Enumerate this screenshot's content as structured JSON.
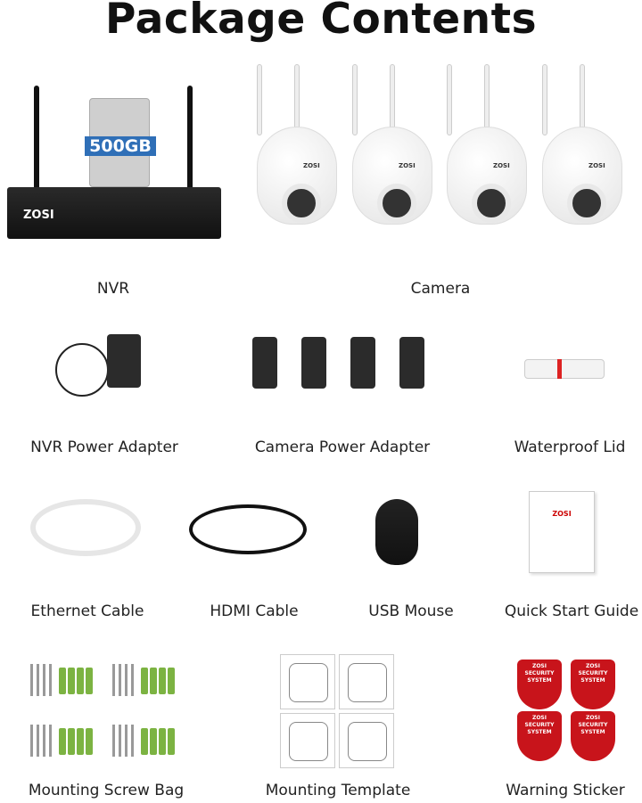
{
  "title": "Package Contents",
  "items": [
    {
      "label": "NVR"
    },
    {
      "label": "Camera"
    },
    {
      "label": "NVR Power Adapter"
    },
    {
      "label": "Camera Power Adapter"
    },
    {
      "label": "Waterproof Lid"
    },
    {
      "label": "Ethernet Cable"
    },
    {
      "label": "HDMI Cable"
    },
    {
      "label": "USB Mouse"
    },
    {
      "label": "Quick Start Guide"
    },
    {
      "label": "Mounting Screw Bag"
    },
    {
      "label": "Mounting Template"
    },
    {
      "label": "Warning Sticker"
    }
  ],
  "product_text": {
    "hdd": "500GB",
    "brand": "ZOSI",
    "sticker": "SECURITY SYSTEM"
  }
}
